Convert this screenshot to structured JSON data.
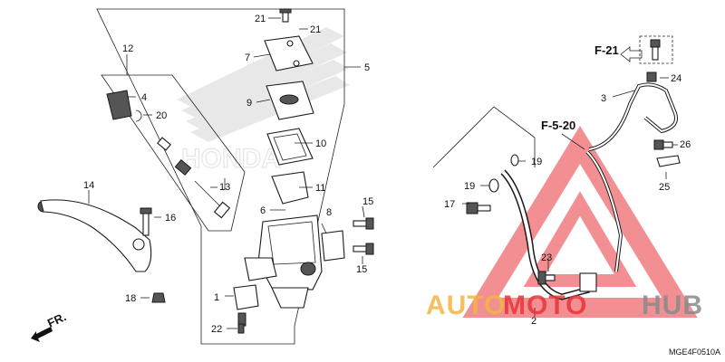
{
  "diagram": {
    "code": "MGE4F0510A",
    "refs": {
      "frame": "F-21",
      "brake_hose_ref": "F-5-20",
      "front_label": "FR."
    },
    "watermark": {
      "prefix": "AUTO",
      "middle": "MOTO",
      "suffix": "HUB",
      "background_brand": "HONDA"
    },
    "callouts": {
      "c1": "1",
      "c2": "2",
      "c3": "3",
      "c4": "4",
      "c5": "5",
      "c6": "6",
      "c7": "7",
      "c8": "8",
      "c9": "9",
      "c10": "10",
      "c11": "11",
      "c12": "12",
      "c13": "13",
      "c14": "14",
      "c15a": "15",
      "c15b": "15",
      "c16": "16",
      "c17": "17",
      "c18": "18",
      "c19a": "19",
      "c19b": "19",
      "c20": "20",
      "c21a": "21",
      "c21b": "21",
      "c22": "22",
      "c23": "23",
      "c24": "24",
      "c25": "25",
      "c26": "26"
    },
    "colors": {
      "watermark_red": "#e8343a",
      "watermark_orange": "#f2b544",
      "watermark_gray": "#8a8a8a",
      "line": "#222222"
    }
  }
}
